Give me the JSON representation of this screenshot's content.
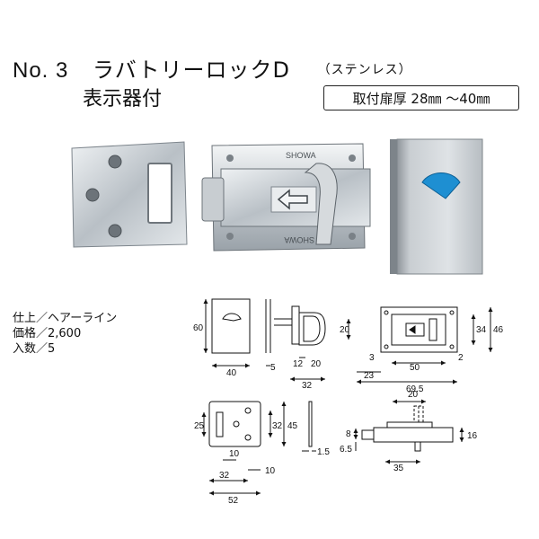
{
  "header": {
    "model_no": "No. 3",
    "product_name": "ラバトリーロックD",
    "material": "（ステンレス）",
    "subtitle": "表示器付",
    "door_thickness": "取付扉厚  28㎜  ～40㎜"
  },
  "photo": {
    "brand_mark": "SHOWA"
  },
  "specs": {
    "finish": "仕上／ヘアーライン",
    "price": "価格／2,600",
    "quantity": "入数／5"
  },
  "dimensions": {
    "indicator_height": "60",
    "indicator_width": "40",
    "indicator_depth": "5",
    "knob_a": "12",
    "knob_b": "20",
    "knob_total": "32",
    "lock_height": "20",
    "lock_left_3": "3",
    "lock_mid_50": "50",
    "lock_right_2": "2",
    "lock_left_23": "23",
    "lock_total": "69.5",
    "lock_right_34": "34",
    "lock_right_46": "46",
    "plate_height_25": "25",
    "plate_height_32": "32",
    "plate_height_45": "45",
    "plate_10a": "10",
    "plate_10b": "10",
    "plate_32": "32",
    "plate_52": "52",
    "plate_thickness": "1.5",
    "side_20": "20",
    "side_8": "8",
    "side_6_5": "6.5",
    "side_35": "35",
    "side_16": "16"
  }
}
